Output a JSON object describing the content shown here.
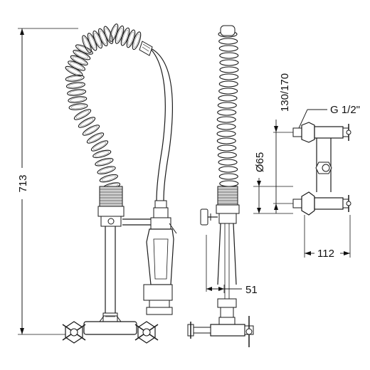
{
  "dimensions": {
    "height": "713",
    "spout_offset": "51",
    "inlet_spacing": "130/170",
    "inlet_diameter": "Ø65",
    "thread": "G 1/2\"",
    "depth": "112"
  }
}
